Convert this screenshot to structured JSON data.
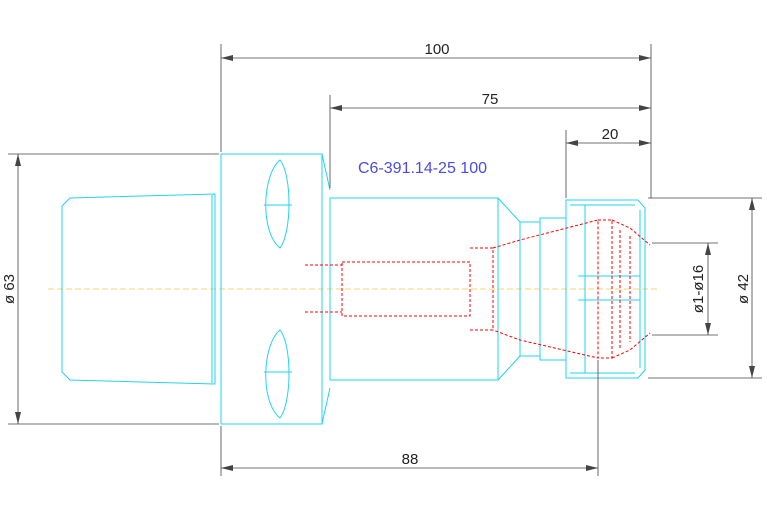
{
  "part_label": "C6-391.14-25 100",
  "dimensions": {
    "overall_length": "100",
    "body_length": "75",
    "nut_length": "20",
    "gauge_length": "88",
    "flange_diameter": "ø 63",
    "nut_diameter": "ø 42",
    "clamping_range": "ø1-ø16"
  },
  "colors": {
    "outline": "#22d3ee",
    "hidden_lines": "#ff0000",
    "centerline": "#f5d76e",
    "dimension_lines": "#444444",
    "label": "#4a4ae8"
  }
}
